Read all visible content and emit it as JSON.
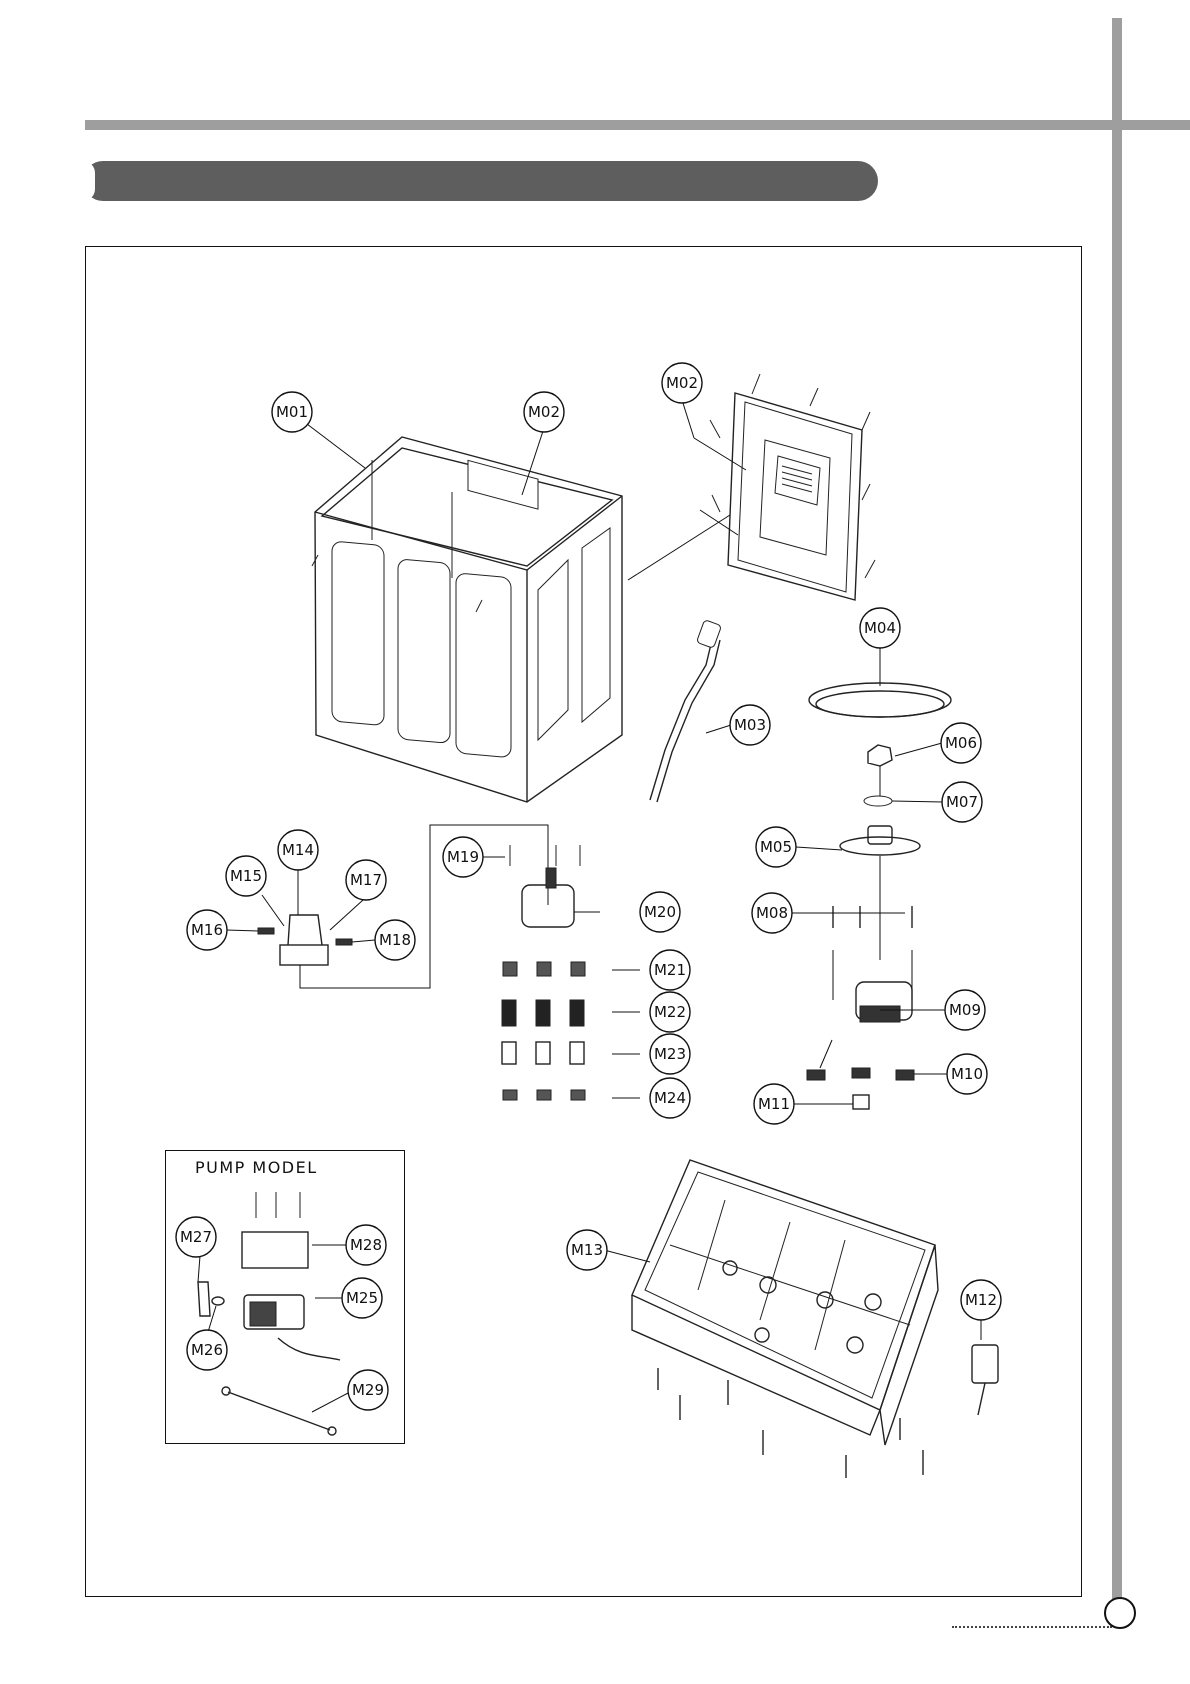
{
  "page": {
    "page_number": ""
  },
  "inset": {
    "title": "PUMP MODEL"
  },
  "callouts": [
    {
      "id": "M01",
      "label": "M01"
    },
    {
      "id": "M02a",
      "label": "M02"
    },
    {
      "id": "M02b",
      "label": "M02"
    },
    {
      "id": "M03",
      "label": "M03"
    },
    {
      "id": "M04",
      "label": "M04"
    },
    {
      "id": "M05",
      "label": "M05"
    },
    {
      "id": "M06",
      "label": "M06"
    },
    {
      "id": "M07",
      "label": "M07"
    },
    {
      "id": "M08",
      "label": "M08"
    },
    {
      "id": "M09",
      "label": "M09"
    },
    {
      "id": "M10",
      "label": "M10"
    },
    {
      "id": "M11",
      "label": "M11"
    },
    {
      "id": "M12",
      "label": "M12"
    },
    {
      "id": "M13",
      "label": "M13"
    },
    {
      "id": "M14",
      "label": "M14"
    },
    {
      "id": "M15",
      "label": "M15"
    },
    {
      "id": "M16",
      "label": "M16"
    },
    {
      "id": "M17",
      "label": "M17"
    },
    {
      "id": "M18",
      "label": "M18"
    },
    {
      "id": "M19",
      "label": "M19"
    },
    {
      "id": "M20",
      "label": "M20"
    },
    {
      "id": "M21",
      "label": "M21"
    },
    {
      "id": "M22",
      "label": "M22"
    },
    {
      "id": "M23",
      "label": "M23"
    },
    {
      "id": "M24",
      "label": "M24"
    },
    {
      "id": "M25",
      "label": "M25"
    },
    {
      "id": "M26",
      "label": "M26"
    },
    {
      "id": "M27",
      "label": "M27"
    },
    {
      "id": "M28",
      "label": "M28"
    },
    {
      "id": "M29",
      "label": "M29"
    }
  ]
}
